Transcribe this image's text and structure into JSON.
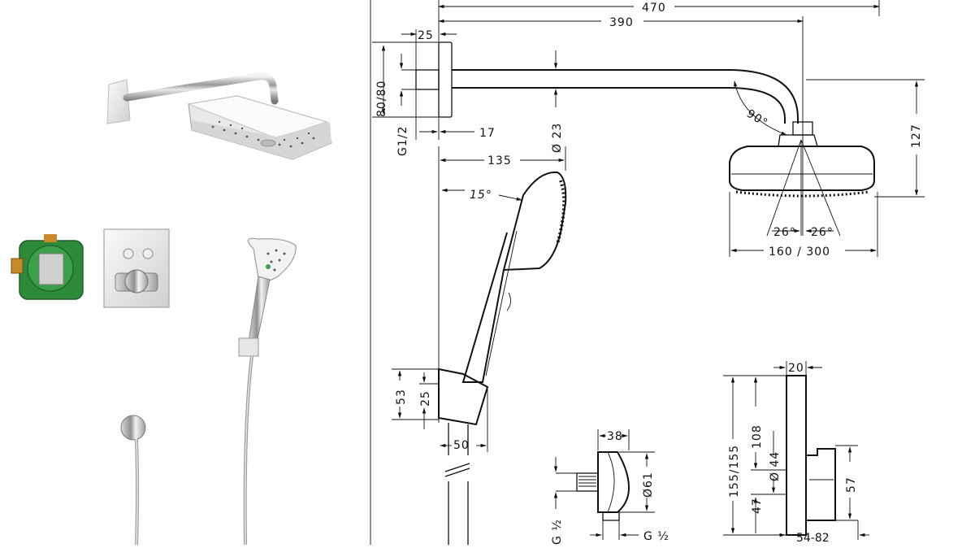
{
  "drawing": {
    "overhead": {
      "overall_length": "470",
      "arm_length": "390",
      "flange_depth": "25",
      "flange_size": "80/80",
      "thread": "G1/2",
      "thread_length": "17",
      "arm_diameter": "Ø 23",
      "bend_angle": "90°",
      "height": "127",
      "spray_angle_left": "26°",
      "spray_angle_right": "26°",
      "head_size": "160 / 300"
    },
    "hand_shower": {
      "length": "135",
      "tilt_angle": "15°",
      "holder_height": "53",
      "holder_depth": "25",
      "holder_width": "50"
    },
    "wall_outlet": {
      "depth": "38",
      "diameter": "Ø61",
      "thread_left": "G ½",
      "thread_right": "G ½"
    },
    "thermostat": {
      "depth": "20",
      "plate_size": "155/155",
      "upper_height": "108",
      "knob_diameter": "Ø 44",
      "lower_height": "47",
      "knob_height": "57",
      "spindle_range": "54-82"
    }
  }
}
